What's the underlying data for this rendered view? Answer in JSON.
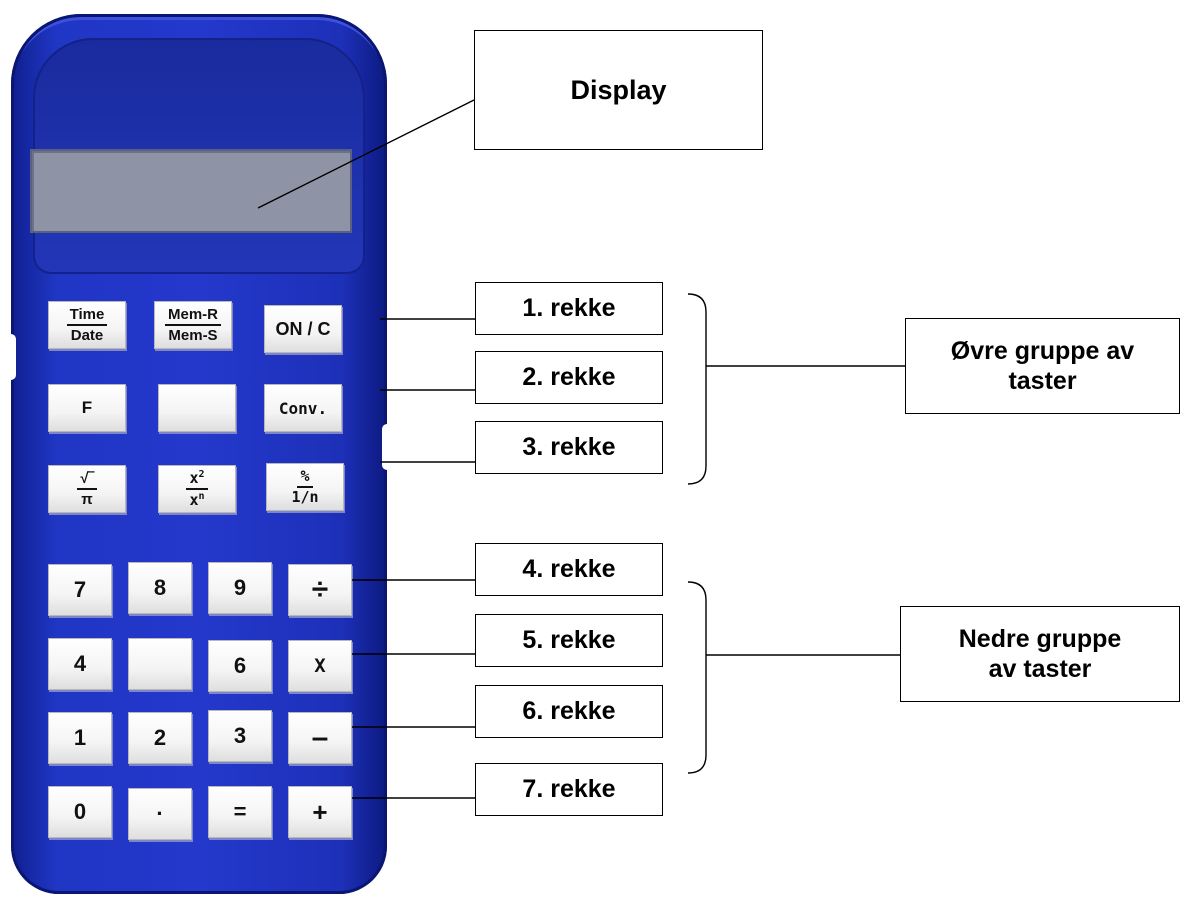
{
  "calculator": {
    "keys": {
      "row1": [
        {
          "top": "Time",
          "bottom": "Date"
        },
        {
          "top": "Mem-R",
          "bottom": "Mem-S"
        },
        {
          "label": "ON / C"
        }
      ],
      "row2": [
        "F",
        "",
        "Conv."
      ],
      "row3": [
        {
          "top": "√‾",
          "bottom": "π"
        },
        {
          "top": "x",
          "top_sup": "2",
          "bottom": "x",
          "bottom_sup": "n"
        },
        {
          "top": "%",
          "bottom": "1/n"
        }
      ],
      "row4": [
        "7",
        "8",
        "9",
        "÷"
      ],
      "row5": [
        "4",
        "",
        "6",
        "X"
      ],
      "row6": [
        "1",
        "2",
        "3",
        "–"
      ],
      "row7": [
        "0",
        "·",
        "=",
        "+"
      ]
    }
  },
  "callouts": {
    "display": "Display",
    "rows": [
      "1. rekke",
      "2. rekke",
      "3. rekke",
      "4. rekke",
      "5. rekke",
      "6. rekke",
      "7. rekke"
    ],
    "upper_group_line1": "Øvre gruppe av",
    "upper_group_line2": "taster",
    "lower_group_line1": "Nedre gruppe",
    "lower_group_line2": "av taster"
  },
  "colors": {
    "calculator_body": "#2438cc",
    "screen": "#8e94a6",
    "key_face": "#ffffff"
  }
}
